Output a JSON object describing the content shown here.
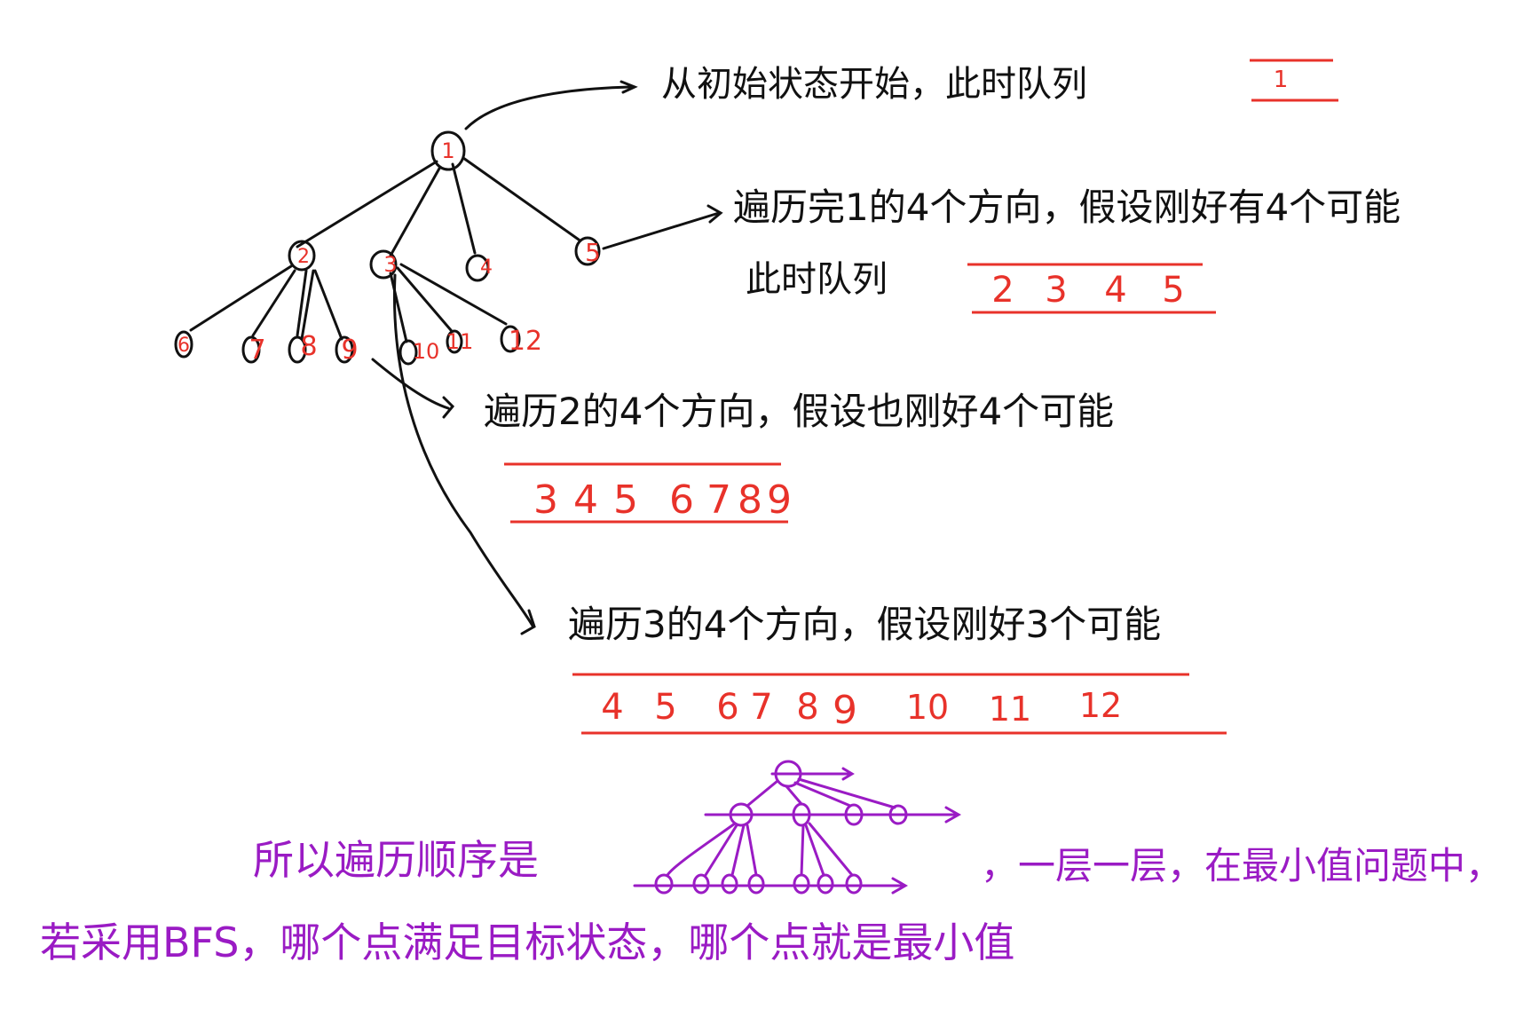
{
  "colors": {
    "ink": "#111111",
    "red": "#e8322a",
    "purple": "#9a1bc4",
    "background": "#ffffff"
  },
  "tree": {
    "root": "1",
    "level1": [
      "2",
      "3",
      "4",
      "5"
    ],
    "level2_of_2": [
      "6",
      "7",
      "8",
      "9"
    ],
    "level2_of_3": [
      "10",
      "11",
      "12"
    ]
  },
  "notes": {
    "step1": "从初始状态开始，此时队列",
    "step2_line1": "遍历完1的4个方向，假设刚好有4个可能",
    "step2_line2": "此时队列",
    "step3": "遍历2的4个方向，假设也刚好4个可能",
    "step4": "遍历3的4个方向，假设刚好3个可能"
  },
  "queues": {
    "q1": [
      "1"
    ],
    "q2": [
      "2",
      "3",
      "4",
      "5"
    ],
    "q3": [
      "3",
      "4",
      "5",
      "6",
      "7",
      "8",
      "9"
    ],
    "q4": [
      "4",
      "5",
      "6",
      "7",
      "8",
      "9",
      "10",
      "11",
      "12"
    ]
  },
  "summary": {
    "line1_part1": "所以遍历顺序是",
    "line1_part2": "，一层一层，在最小值问题中，",
    "line2": "若采用BFS，哪个点满足目标状态，哪个点就是最小值"
  }
}
